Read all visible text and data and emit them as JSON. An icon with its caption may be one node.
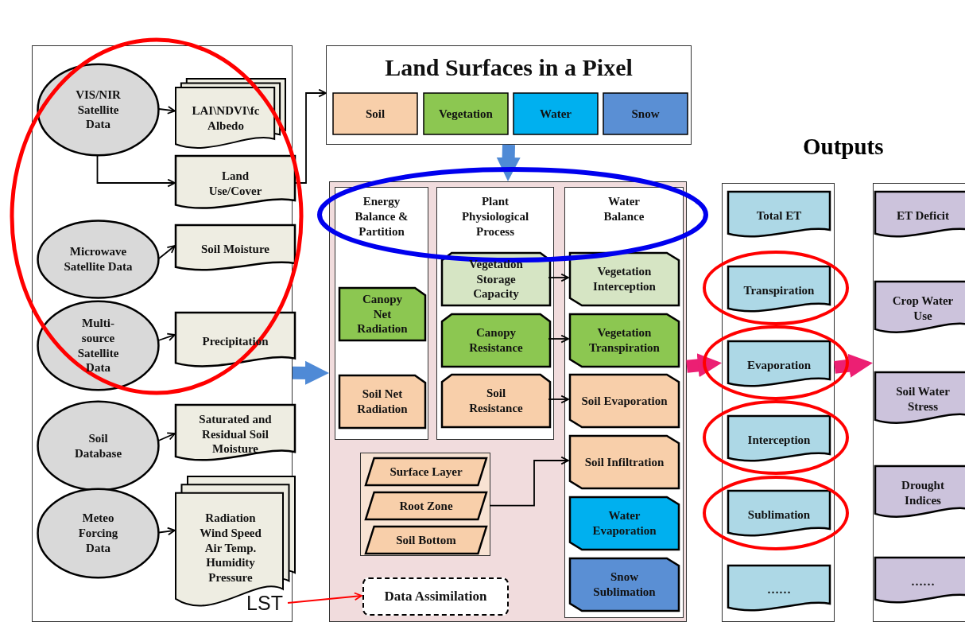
{
  "diagram": {
    "nodes": [
      {
        "text": [],
        "shape": "box"
      },
      {
        "text": [
          "VIS/NIR Satellite Data"
        ],
        "in": 0
      },
      {
        "text": [
          "LAI\\NDVI\\fc Albedo"
        ],
        "in": 0
      },
      {
        "text": [
          "Land Use/Cover"
        ],
        "in": 0
      },
      {
        "text": [
          "Microwave Satellite Data"
        ],
        "in": 0
      },
      {
        "text": [
          "Soil Moisture"
        ],
        "in": 0
      },
      {
        "text": [
          "Multi-source Satellite Data"
        ],
        "in": 0
      },
      {
        "text": [
          "Precipitation"
        ],
        "in": 0
      },
      {
        "text": [
          "Soil Database"
        ],
        "in": 0
      },
      {
        "text": [
          "Saturated and Residual Soil Moisture"
        ],
        "in": 0
      },
      {
        "text": [
          "Meteo Forcing Data"
        ],
        "in": 0
      },
      {
        "text": [
          "Radiation Wind Speed Air Temp. Humidity Pressure"
        ],
        "in": 0
      },
      {
        "text": [
          "LST"
        ],
        "in": 0
      },
      {
        "text": [
          "Land Surfaces in a Pixel"
        ]
      },
      {
        "text": [
          "Soil"
        ],
        "in": 13
      },
      {
        "text": [
          "Vegetation"
        ],
        "in": 13
      },
      {
        "text": [
          "Water"
        ],
        "in": 13
      },
      {
        "text": [
          "Snow"
        ],
        "in": 13
      },
      {
        "text": [],
        "shape": "box"
      },
      {
        "text": [
          "Energy Balance & Partition"
        ],
        "in": 18
      },
      {
        "text": [
          "Canopy Net Radiation"
        ],
        "in": 19
      },
      {
        "text": [
          "Soil Net Radiation"
        ],
        "in": 19
      },
      {
        "text": [
          "Plant Physiological Process"
        ],
        "in": 18
      },
      {
        "text": [
          "Vegetation Storage Capacity"
        ],
        "in": 22
      },
      {
        "text": [
          "Canopy Resistance"
        ],
        "in": 22
      },
      {
        "text": [
          "Soil Resistance"
        ],
        "in": 22
      },
      {
        "text": [
          "Water Balance"
        ],
        "in": 18
      },
      {
        "text": [
          "Vegetation Interception"
        ],
        "in": 26
      },
      {
        "text": [
          "Vegetation Transpiration"
        ],
        "in": 26
      },
      {
        "text": [
          "Soil Evaporation"
        ],
        "in": 26
      },
      {
        "text": [
          "Soil Infiltration"
        ],
        "in": 26
      },
      {
        "text": [
          "Water Evaporation"
        ],
        "in": 26
      },
      {
        "text": [
          "Snow Sublimation"
        ],
        "in": 26
      },
      {
        "text": [],
        "shape": "box",
        "in": 18
      },
      {
        "text": [
          "Surface Layer"
        ],
        "in": 33
      },
      {
        "text": [
          "Root Zone"
        ],
        "in": 33
      },
      {
        "text": [
          "Soil Bottom"
        ],
        "in": 33
      },
      {
        "text": [
          "Data Assimilation"
        ],
        "in": 18
      },
      {
        "text": [],
        "shape": "box"
      },
      {
        "text": [
          "Total ET"
        ],
        "in": 38
      },
      {
        "text": [
          "Transpiration"
        ],
        "in": 38
      },
      {
        "text": [
          "Evaporation"
        ],
        "in": 38
      },
      {
        "text": [
          "Interception"
        ],
        "in": 38
      },
      {
        "text": [
          "Sublimation"
        ],
        "in": 38
      },
      {
        "text": [
          "……"
        ],
        "in": 38
      },
      {
        "text": [],
        "shape": "box"
      },
      {
        "text": [
          "ET Deficit"
        ],
        "in": 45
      },
      {
        "text": [
          "Crop Water Use"
        ],
        "in": 45
      },
      {
        "text": [
          "Soil Water Stress"
        ],
        "in": 45
      },
      {
        "text": [
          "Drought Indices"
        ],
        "in": 45
      },
      {
        "text": [
          "……"
        ],
        "in": 45
      }
    ],
    "edges": [
      {
        "from": 1,
        "to": 2,
        "arrow": "to"
      },
      {
        "from": 1,
        "to": 3,
        "arrow": "to"
      },
      {
        "from": 4,
        "to": 5,
        "arrow": "to"
      },
      {
        "from": 6,
        "to": 7,
        "arrow": "to"
      },
      {
        "from": 8,
        "to": 9,
        "arrow": "to"
      },
      {
        "from": 10,
        "to": 11,
        "arrow": "to"
      },
      {
        "from": 3,
        "to": 13,
        "arrow": "to"
      },
      {
        "from": 23,
        "to": 27,
        "arrow": "to"
      },
      {
        "from": 24,
        "to": 28,
        "arrow": "to"
      },
      {
        "from": 25,
        "to": 29,
        "arrow": "to"
      },
      {
        "from": 33,
        "to": 30,
        "arrow": "to"
      },
      {
        "from": 12,
        "to": 37,
        "arrow": "to",
        "color": "#ff0000"
      },
      {
        "from": 13,
        "to": 18,
        "arrow": "to",
        "style": "thick",
        "color": "#4f8ad6"
      },
      {
        "from": 0,
        "to": 18,
        "arrow": "to",
        "style": "thick",
        "color": "#4f8ad6"
      },
      {
        "from": 18,
        "to": 38,
        "arrow": "to",
        "style": "thick",
        "color": "#ec1f73"
      },
      {
        "from": 38,
        "to": 45,
        "arrow": "to",
        "style": "thick",
        "color": "#ec1f73"
      }
    ],
    "labels": [
      "Outputs"
    ]
  }
}
